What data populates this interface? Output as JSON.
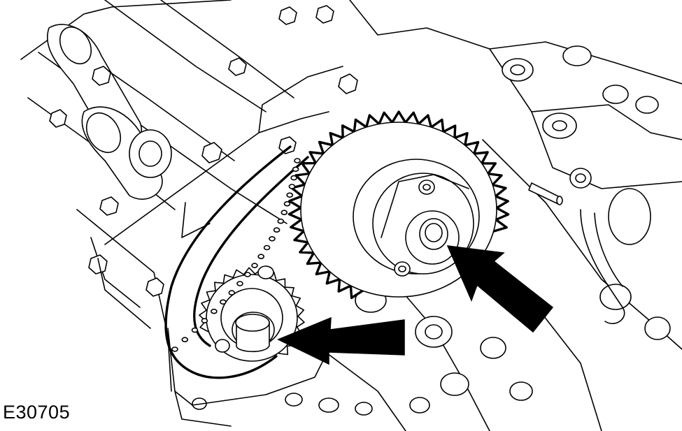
{
  "figure": {
    "id_label": "E30705",
    "line_color": "#000000",
    "background": "#ffffff",
    "callouts": [
      {
        "name": "crankshaft-sprocket-arrow",
        "direction": "left"
      },
      {
        "name": "camshaft-sprocket-arrow",
        "direction": "up-left"
      }
    ]
  }
}
